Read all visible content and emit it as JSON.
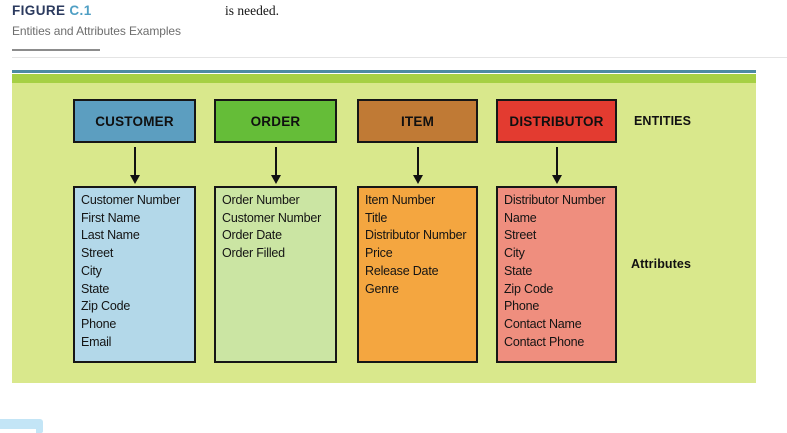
{
  "figure": {
    "label_prefix": "FIGURE",
    "label_number": "C.1",
    "caption": "Entities and Attributes Examples",
    "page_text": "is needed.",
    "entities_label": "ENTITIES",
    "attributes_label": "Attributes"
  },
  "colors": {
    "label_prefix": "#2b3a5e",
    "label_number": "#4f9fc4",
    "caption": "#6e6e6e",
    "teal_rule": "#4c8aa2",
    "panel_top_strip": "#a6d044",
    "panel_body": "#d9e88c",
    "corner_shape": "#c3e5f6"
  },
  "diagram": {
    "columns": [
      {
        "entity": "CUSTOMER",
        "header_color": "#5c9ec0",
        "attr_color": "#b3d8e9",
        "attributes": [
          "Customer Number",
          "First Name",
          "Last Name",
          "Street",
          "City",
          "State",
          "Zip Code",
          "Phone",
          "Email"
        ]
      },
      {
        "entity": "ORDER",
        "header_color": "#65bd38",
        "attr_color": "#cbe5a3",
        "attributes": [
          "Order Number",
          "Customer Number",
          "Order Date",
          "Order Filled"
        ]
      },
      {
        "entity": "ITEM",
        "header_color": "#c07a35",
        "attr_color": "#f4a640",
        "attributes": [
          "Item Number",
          "Title",
          "Distributor Number",
          "Price",
          "Release Date",
          "Genre"
        ]
      },
      {
        "entity": "DISTRIBUTOR",
        "header_color": "#e33b30",
        "attr_color": "#ef8e7e",
        "attributes": [
          "Distributor Number",
          "Name",
          "Street",
          "City",
          "State",
          "Zip Code",
          "Phone",
          "Contact Name",
          "Contact Phone"
        ]
      }
    ]
  }
}
